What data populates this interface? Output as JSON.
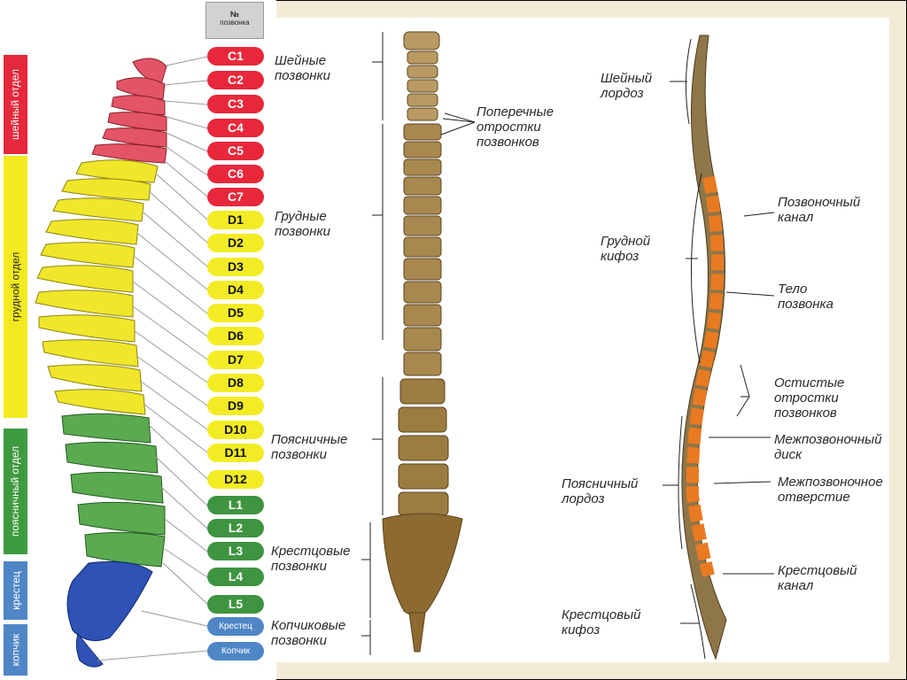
{
  "header_box": {
    "top": "№",
    "bottom": "позвонка"
  },
  "regions": [
    {
      "label": "шейный отдел",
      "color": "#e5283b"
    },
    {
      "label": "грудной отдел",
      "color": "#f2ea1f"
    },
    {
      "label": "поясничный отдел",
      "color": "#3e9a3f"
    },
    {
      "label": "крестец",
      "color": "#4f86c6"
    },
    {
      "label": "копчик",
      "color": "#4f86c6"
    }
  ],
  "vertebrae": [
    {
      "id": "C1",
      "group": "c"
    },
    {
      "id": "C2",
      "group": "c"
    },
    {
      "id": "C3",
      "group": "c"
    },
    {
      "id": "C4",
      "group": "c"
    },
    {
      "id": "C5",
      "group": "c"
    },
    {
      "id": "C6",
      "group": "c"
    },
    {
      "id": "C7",
      "group": "c"
    },
    {
      "id": "D1",
      "group": "d"
    },
    {
      "id": "D2",
      "group": "d"
    },
    {
      "id": "D3",
      "group": "d"
    },
    {
      "id": "D4",
      "group": "d"
    },
    {
      "id": "D5",
      "group": "d"
    },
    {
      "id": "D6",
      "group": "d"
    },
    {
      "id": "D7",
      "group": "d"
    },
    {
      "id": "D8",
      "group": "d"
    },
    {
      "id": "D9",
      "group": "d"
    },
    {
      "id": "D10",
      "group": "d"
    },
    {
      "id": "D11",
      "group": "d"
    },
    {
      "id": "D12",
      "group": "d"
    },
    {
      "id": "L1",
      "group": "l"
    },
    {
      "id": "L2",
      "group": "l"
    },
    {
      "id": "L3",
      "group": "l"
    },
    {
      "id": "L4",
      "group": "l"
    },
    {
      "id": "L5",
      "group": "l"
    },
    {
      "id": "Крестец",
      "group": "s"
    },
    {
      "id": "Копчик",
      "group": "s"
    }
  ],
  "front_view_labels": {
    "cervical": [
      "Шейные",
      "позвонки"
    ],
    "thoracic": [
      "Грудные",
      "позвонки"
    ],
    "lumbar": [
      "Поясничные",
      "позвонки"
    ],
    "sacral": [
      "Крестцовые",
      "позвонки"
    ],
    "coccygeal": [
      "Копчиковые",
      "позвонки"
    ],
    "transverse": [
      "Поперечные",
      "отростки",
      "позвонков"
    ]
  },
  "side_view_labels": {
    "cervical_lordosis": [
      "Шейный",
      "лордоз"
    ],
    "thoracic_kyphosis": [
      "Грудной",
      "кифоз"
    ],
    "lumbar_lordosis": [
      "Поясничный",
      "лордоз"
    ],
    "sacral_kyphosis": [
      "Крестцовый",
      "кифоз"
    ],
    "spinal_canal": [
      "Позвоночный",
      "канал"
    ],
    "vertebral_body": [
      "Тело",
      "позвонка"
    ],
    "spinous": [
      "Остистые",
      "отростки",
      "позвонков"
    ],
    "disc": [
      "Межпозвоночный",
      "диск"
    ],
    "foramen": [
      "Межпозвоночное",
      "отверстие"
    ],
    "sacral_canal": [
      "Крестцовый",
      "канал"
    ]
  }
}
